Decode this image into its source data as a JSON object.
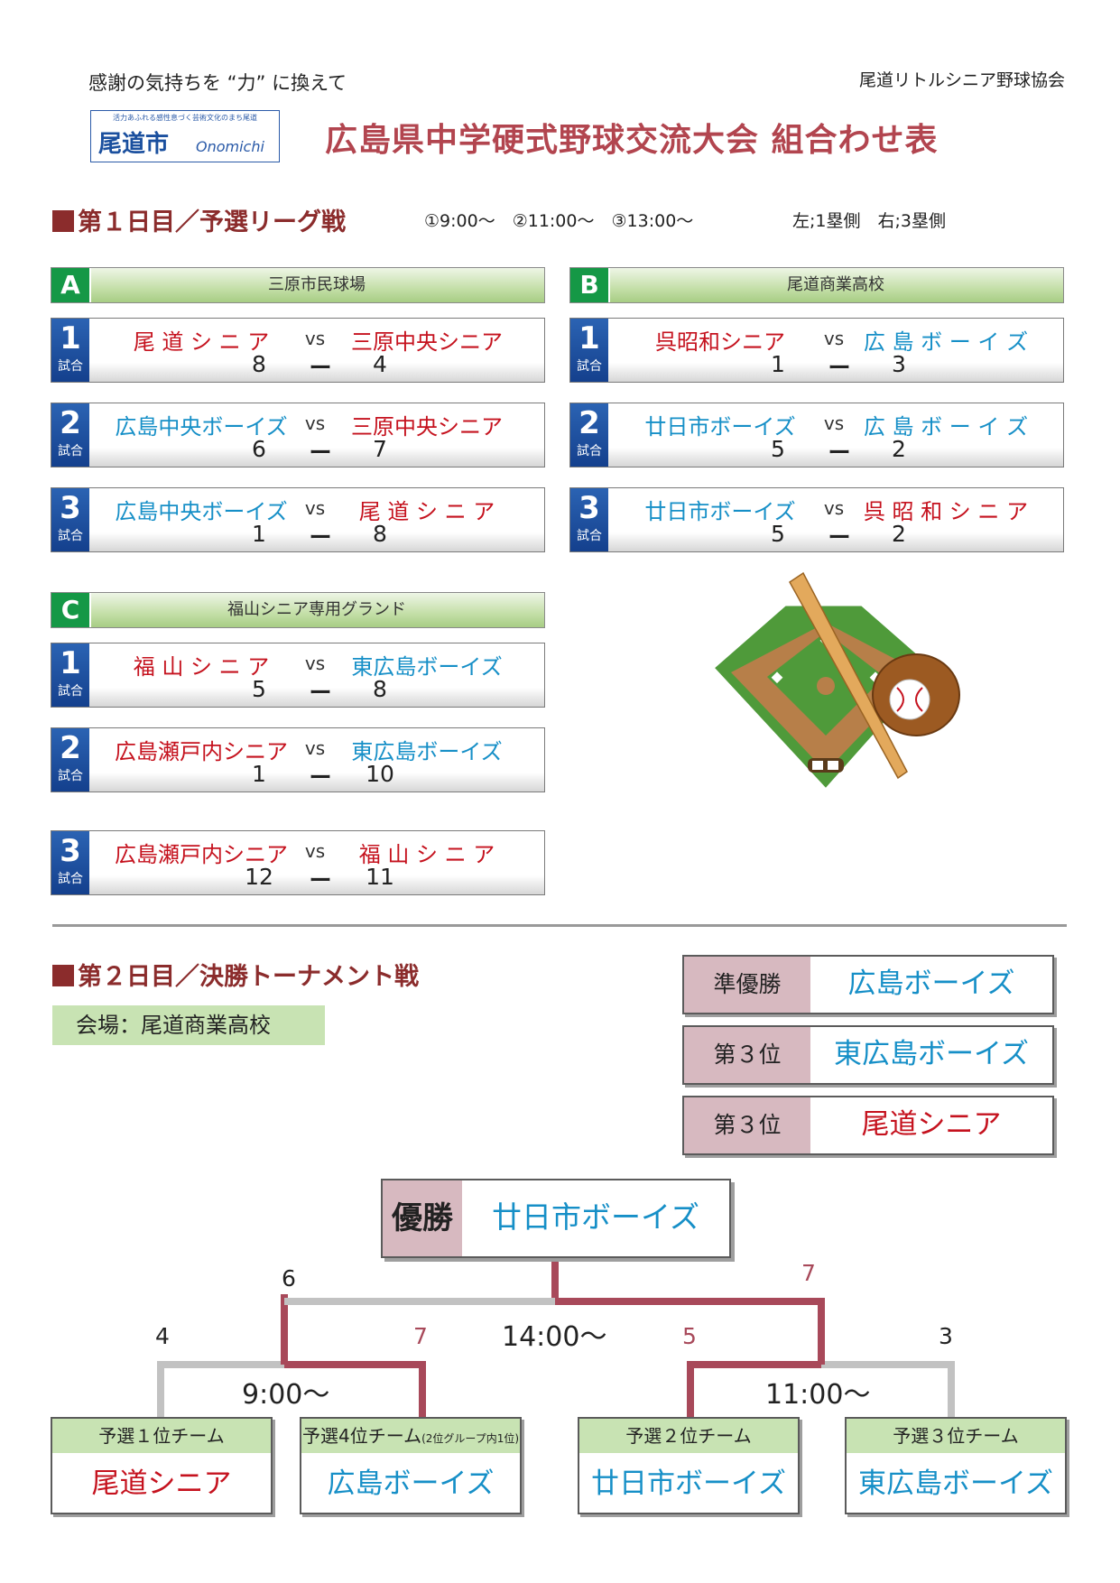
{
  "header": {
    "slogan": "感謝の気持ちを “力” に換えて",
    "organizer": "尾道リトルシニア野球協会",
    "logo_tagline": "活力あふれる感性息づく芸術文化のまち尾道",
    "logo_city": "尾道市",
    "logo_roman": "Onomichi",
    "title": "広島県中学硬式野球交流大会 組合わせ表"
  },
  "day1": {
    "title": "第１日目／予選リーグ戦",
    "times": "①9:00～　②11:00～　③13:00～",
    "sides": "左;1塁側　右;3塁側",
    "match_suffix": "試合",
    "vs": "vs",
    "dash": "ー",
    "groups": [
      {
        "letter": "A",
        "venue": "三原市民球場",
        "matches": [
          {
            "num": "1",
            "team1": "尾 道 シ ニ ア",
            "team2": "三原中央シニア",
            "score1": "8",
            "score2": "4"
          },
          {
            "num": "2",
            "team1": "広島中央ボーイズ",
            "team2": "三原中央シニア",
            "score1": "6",
            "score2": "7"
          },
          {
            "num": "3",
            "team1": "広島中央ボーイズ",
            "team2": "尾 道 シ ニ ア",
            "score1": "1",
            "score2": "8"
          }
        ]
      },
      {
        "letter": "B",
        "venue": "尾道商業高校",
        "matches": [
          {
            "num": "1",
            "team1": "呉昭和シニア",
            "team2": "広 島 ボ ー イ ズ",
            "score1": "1",
            "score2": "3"
          },
          {
            "num": "2",
            "team1": "廿日市ボーイズ",
            "team2": "広 島 ボ ー イ ズ",
            "score1": "5",
            "score2": "2"
          },
          {
            "num": "3",
            "team1": "廿日市ボーイズ",
            "team2": "呉 昭 和 シ ニ ア",
            "score1": "5",
            "score2": "2"
          }
        ]
      },
      {
        "letter": "C",
        "venue": "福山シニア専用グランド",
        "matches": [
          {
            "num": "1",
            "team1": "福 山 シ ニ ア",
            "team2": "東広島ボーイズ",
            "score1": "5",
            "score2": "8"
          },
          {
            "num": "2",
            "team1": "広島瀬戸内シニア",
            "team2": "東広島ボーイズ",
            "score1": "1",
            "score2": "10"
          },
          {
            "num": "3",
            "team1": "広島瀬戸内シニア",
            "team2": "福 山 シ ニ ア",
            "score1": "12",
            "score2": "11"
          }
        ]
      }
    ]
  },
  "day2": {
    "title": "第２日目／決勝トーナメント戦",
    "venue": "会場：尾道商業高校",
    "rankings": [
      {
        "label": "準優勝",
        "team": "広島ボーイズ"
      },
      {
        "label": "第３位",
        "team": "東広島ボーイズ"
      },
      {
        "label": "第３位",
        "team": "尾道シニア"
      }
    ],
    "champion": {
      "label": "優勝",
      "team": "廿日市ボーイズ"
    },
    "teams": [
      {
        "header": "予選１位チーム",
        "header_note": "",
        "name": "尾道シニア"
      },
      {
        "header": "予選4位チーム",
        "header_note": "(2位グループ内1位)",
        "name": "広島ボーイズ"
      },
      {
        "header": "予選２位チーム",
        "header_note": "",
        "name": "廿日市ボーイズ"
      },
      {
        "header": "予選３位チーム",
        "header_note": "",
        "name": "東広島ボーイズ"
      }
    ],
    "bracket": {
      "semi1": {
        "time": "9:00～",
        "score_left": "4",
        "score_right": "7"
      },
      "semi2": {
        "time": "11:00～",
        "score_left": "5",
        "score_right": "3"
      },
      "final": {
        "time": "14:00～",
        "score_left": "6",
        "score_right": "7"
      }
    }
  },
  "colors": {
    "title": "#b2454f",
    "section": "#8b2c2c",
    "team_red": "#c5121e",
    "team_blue": "#168fc7",
    "winner_line": "#a8495a",
    "loser_line": "#c2c2c2",
    "venue_letter": "#159846"
  }
}
